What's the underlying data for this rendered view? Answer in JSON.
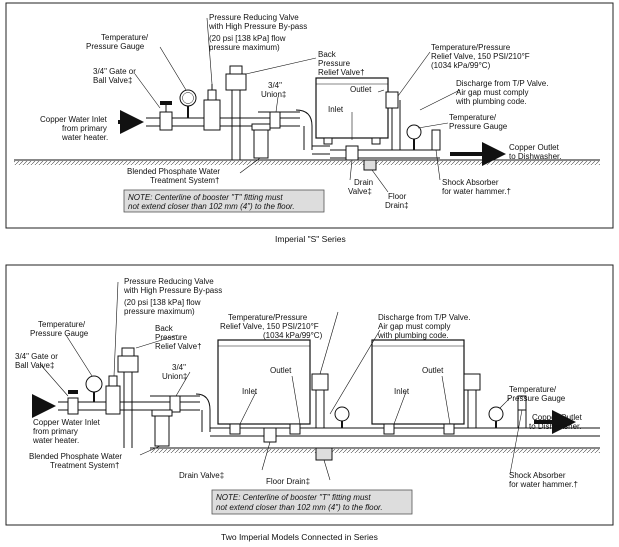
{
  "panel1": {
    "caption": "Imperial \"S\" Series",
    "labels": {
      "temp_gauge": [
        "Temperature/",
        "Pressure Gauge"
      ],
      "prv": [
        "Pressure Reducing Valve",
        "with High Pressure By-pass"
      ],
      "prv_flow": [
        "(20 psi [138 kPa] flow",
        "pressure maximum)"
      ],
      "back_pressure": [
        "Back",
        "Pressure",
        "Relief Valve†"
      ],
      "gate_valve": [
        "3/4\" Gate or",
        "Ball Valve‡"
      ],
      "union": [
        "3/4\"",
        "Union‡"
      ],
      "copper_inlet": [
        "Copper Water Inlet",
        "from primary",
        "water heater."
      ],
      "phosphate": [
        "Blended Phosphate Water",
        "Treatment System†"
      ],
      "outlet": "Outlet",
      "inlet": "Inlet",
      "tp_valve": [
        "Temperature/Pressure",
        "Relief Valve, 150 PSI/210°F",
        "(1034 kPa/99°C)"
      ],
      "discharge": [
        "Discharge from T/P Valve.",
        "Air gap must comply",
        "with plumbing code."
      ],
      "temp_gauge2": [
        "Temperature/",
        "Pressure Gauge"
      ],
      "copper_outlet": [
        "Copper Outlet",
        "to Dishwasher."
      ],
      "drain_valve": [
        "Drain",
        "Valve‡"
      ],
      "floor_drain": [
        "Floor",
        "Drain‡"
      ],
      "shock": [
        "Shock Absorber",
        "for water hammer.†"
      ],
      "note": [
        "NOTE: Centerline of booster \"T\" fitting must",
        "not extend closer than 102 mm (4\") to the floor."
      ]
    }
  },
  "panel2": {
    "caption": "Two Imperial Models Connected in Series",
    "labels": {
      "prv": [
        "Pressure Reducing Valve",
        "with High Pressure By-pass"
      ],
      "prv_flow": [
        "(20 psi [138 kPa] flow",
        "pressure maximum)"
      ],
      "temp_gauge": [
        "Temperature/",
        "Pressure Gauge"
      ],
      "back_pressure": [
        "Back",
        "Pressure",
        "Relief Valve†"
      ],
      "gate_valve": [
        "3/4\" Gate or",
        "Ball Valve‡"
      ],
      "union": [
        "3/4\"",
        "Union‡"
      ],
      "tp_valve": [
        "Temperature/Pressure",
        "Relief Valve, 150 PSI/210°F",
        "(1034 kPa/99°C)"
      ],
      "discharge": [
        "Discharge from T/P Valve.",
        "Air gap must comply",
        "with plumbing code."
      ],
      "outlet1": "Outlet",
      "outlet2": "Outlet",
      "inlet1": "Inlet",
      "inlet2": "Inlet",
      "temp_gauge2": [
        "Temperature/",
        "Pressure Gauge"
      ],
      "copper_inlet": [
        "Copper Water Inlet",
        "from primary",
        "water heater."
      ],
      "copper_outlet": [
        "Copper Outlet",
        "to Dishwasher."
      ],
      "phosphate": [
        "Blended Phosphate Water",
        "Treatment System†"
      ],
      "drain_valve": "Drain Valve‡",
      "floor_drain": "Floor Drain‡",
      "shock": [
        "Shock Absorber",
        "for water hammer.†"
      ],
      "note": [
        "NOTE: Centerline of booster \"T\" fitting must",
        "not extend closer than 102 mm (4\") to the floor."
      ]
    }
  }
}
